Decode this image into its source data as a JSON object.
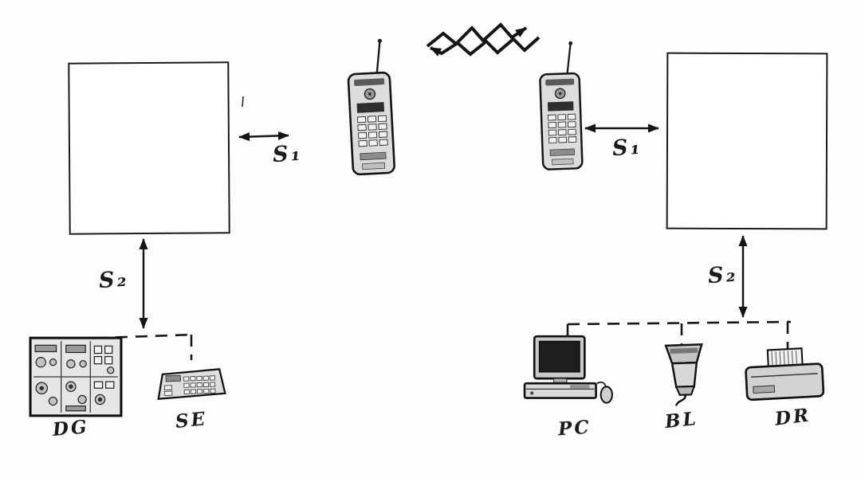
{
  "labels": {
    "s1_left": "S₁",
    "s1_right": "S₁",
    "s2_left": "S₂",
    "s2_right": "S₂",
    "dg": "DG",
    "se": "SE",
    "pc": "PC",
    "bl": "BL",
    "dr": "DR"
  },
  "colors": {
    "ink": "#1a1a1a",
    "paper": "#fdfdfb",
    "device_gray": "#d6d6d6"
  }
}
